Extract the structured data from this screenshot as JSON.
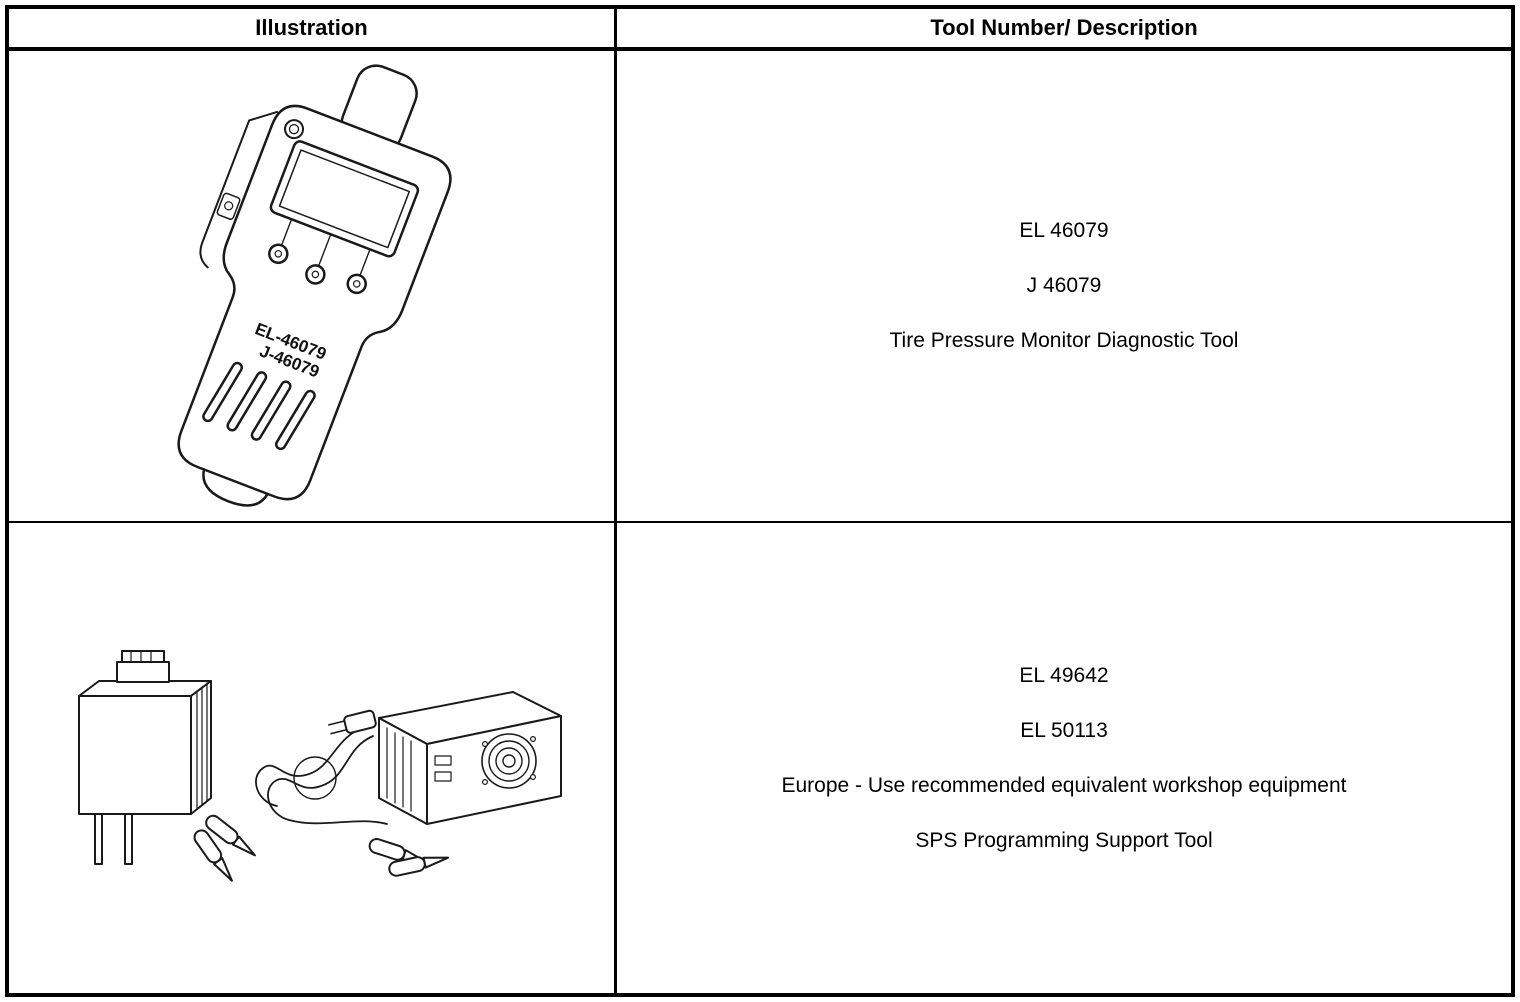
{
  "table": {
    "headers": {
      "illustration": "Illustration",
      "tool_number": "Tool Number/ Description"
    },
    "rows": [
      {
        "illustration": "tire-pressure-monitor-diagnostic-tool",
        "device_label_line1": "EL-46079",
        "device_label_line2": "J-46079",
        "lines": [
          "EL 46079",
          "J 46079",
          "Tire Pressure Monitor Diagnostic Tool"
        ]
      },
      {
        "illustration": "sps-programming-support-tool-kit",
        "lines": [
          "EL 49642",
          "EL 50113",
          "Europe - Use recommended equivalent workshop equipment",
          "SPS Programming Support Tool"
        ]
      }
    ],
    "colors": {
      "border": "#000000",
      "ink": "#1a1a1a",
      "background": "#ffffff"
    }
  }
}
